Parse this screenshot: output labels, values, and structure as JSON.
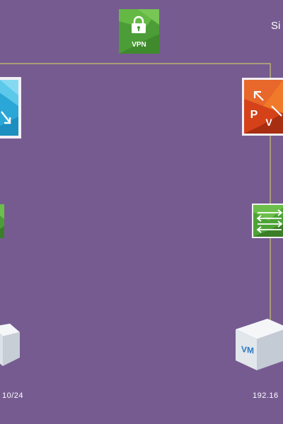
{
  "vpn_node": {
    "label": "VPN"
  },
  "site_title": "Si",
  "router_left": {},
  "router_right": {
    "letters": [
      "P",
      "V"
    ]
  },
  "switch_left": {},
  "switch_right": {},
  "vm_left": {},
  "vm_right": {
    "label": "VM"
  },
  "subnet_left": "10/24",
  "subnet_right": "192.16",
  "colors": {
    "background": "#765b91",
    "connector_line": "#c9c36a",
    "vpn_green": "#52a83a",
    "router_blue": "#2fb4de",
    "router_red": "#d84a1c",
    "vm_face": "#e8ecf0"
  }
}
